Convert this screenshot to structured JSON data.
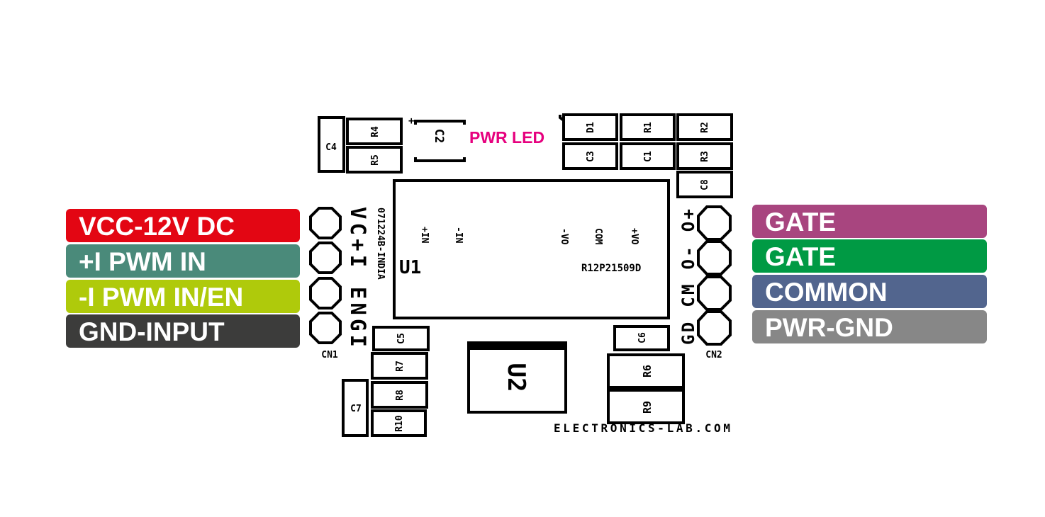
{
  "left_pins": [
    {
      "label": "VCC-12V DC",
      "color": "#e30613"
    },
    {
      "label": "+I PWM IN",
      "color": "#4a8a7a"
    },
    {
      "label": "-I PWM IN/EN",
      "color": "#afca0b"
    },
    {
      "label": "GND-INPUT",
      "color": "#3c3c3b"
    }
  ],
  "right_pins": [
    {
      "label": "GATE",
      "color": "#a8457f"
    },
    {
      "label": "GATE",
      "color": "#009a44"
    },
    {
      "label": "COMMON",
      "color": "#52658e"
    },
    {
      "label": "PWR-GND",
      "color": "#878787"
    }
  ],
  "pwr_led": {
    "label": "PWR LED",
    "color": "#e6007e"
  },
  "board": {
    "components": {
      "C4": "C4",
      "R4": "R4",
      "R5": "R5",
      "C2": "C2",
      "C2_plus": "+",
      "D1": "D1",
      "R1": "R1",
      "R2": "R2",
      "C3": "C3",
      "C1": "C1",
      "R3": "R3",
      "C8": "C8",
      "C5": "C5",
      "C6": "C6",
      "R7": "R7",
      "R8": "R8",
      "R10": "R10",
      "C7": "C7",
      "U2": "U2",
      "R6": "R6",
      "R9": "R9"
    },
    "cn1": {
      "label": "CN1",
      "side_text": "VC+I ENGI"
    },
    "cn2": {
      "label": "CN2",
      "side_text": "GD CM O- O+"
    },
    "board_code": "071224B-INDIA",
    "u1": {
      "label": "U1",
      "part": "R12P21509D",
      "pins": [
        "+IN",
        "-IN",
        "-VO",
        "COM",
        "+VO"
      ]
    },
    "footer": "ELECTRONICS-LAB.COM"
  }
}
